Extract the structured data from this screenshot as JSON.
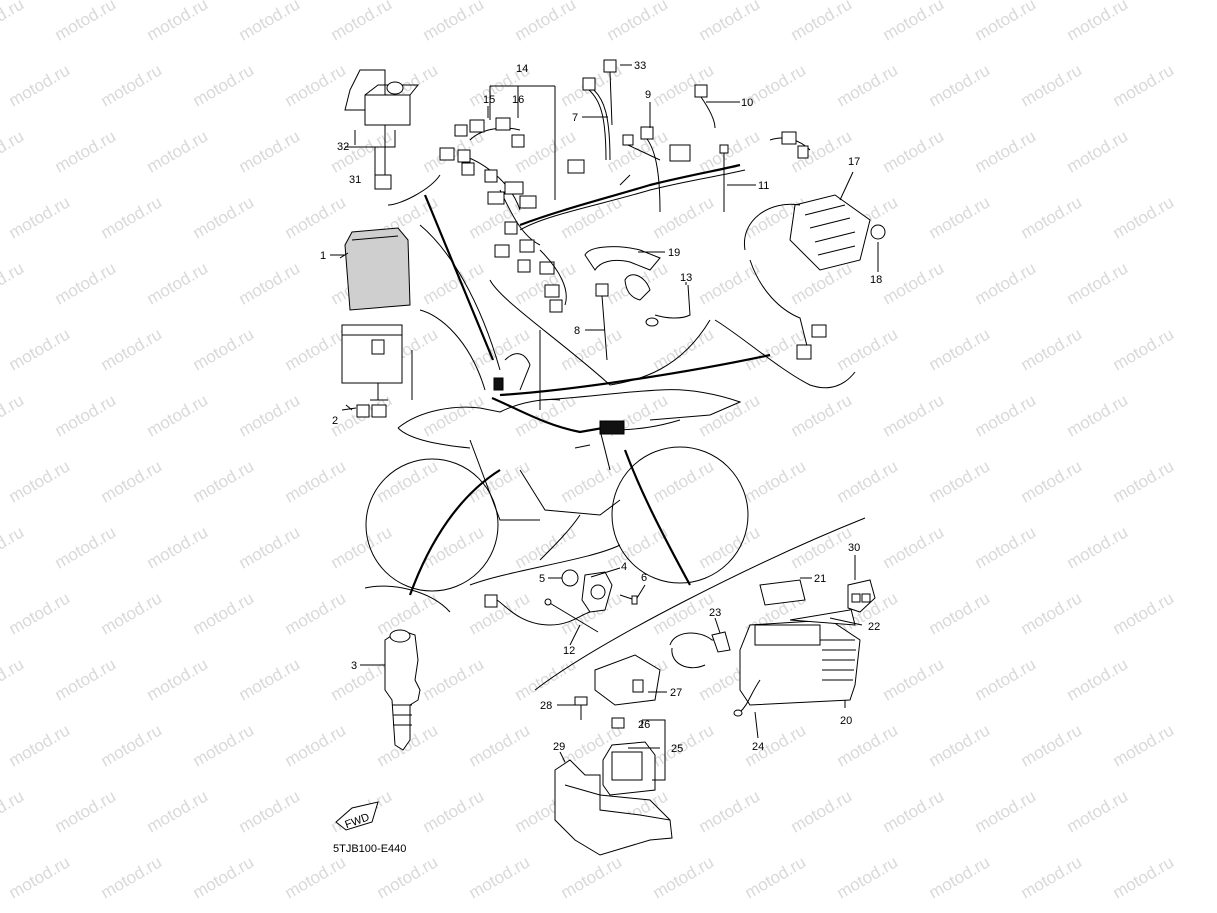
{
  "watermark": "motod.ru",
  "diagram_code": "5TJB100-E440",
  "fwd_label": "FWD",
  "callouts": {
    "c1": "1",
    "c2": "2",
    "c3": "3",
    "c4": "4",
    "c5": "5",
    "c6": "6",
    "c7": "7",
    "c8": "8",
    "c9": "9",
    "c10": "10",
    "c11": "11",
    "c12": "12",
    "c13": "13",
    "c14": "14",
    "c15": "15",
    "c16": "16",
    "c17": "17",
    "c18": "18",
    "c19": "19",
    "c20": "20",
    "c21": "21",
    "c22": "22",
    "c23": "23",
    "c24": "24",
    "c25": "25",
    "c26": "26",
    "c27": "27",
    "c28": "28",
    "c29": "29",
    "c30": "30",
    "c31": "31",
    "c32": "32",
    "c33": "33"
  }
}
